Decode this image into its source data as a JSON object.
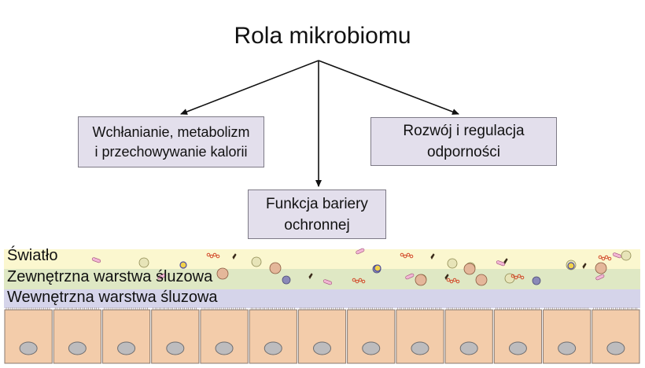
{
  "title": "Rola mikrobiomu",
  "boxes": {
    "left": [
      "Wchłanianie, metabolizm",
      "i przechowywanie kalorii"
    ],
    "right": [
      "Rozwój i regulacja",
      "odporności"
    ],
    "middle": [
      "Funkcja bariery",
      "ochronnej"
    ]
  },
  "layers": {
    "lumen": "Światło",
    "outer_mucus": "Zewnętrzna warstwa śluzowa",
    "inner_mucus": "Wewnętrzna warstwa śluzowa"
  },
  "colors": {
    "box_fill": "#e3dfec",
    "lumen": "#fbf7cf",
    "outer_mucus": "#dfe8c4",
    "inner_mucus": "#d5d4ea",
    "epithelium": "#f3ccaa",
    "nucleus": "#bdbcbe"
  }
}
